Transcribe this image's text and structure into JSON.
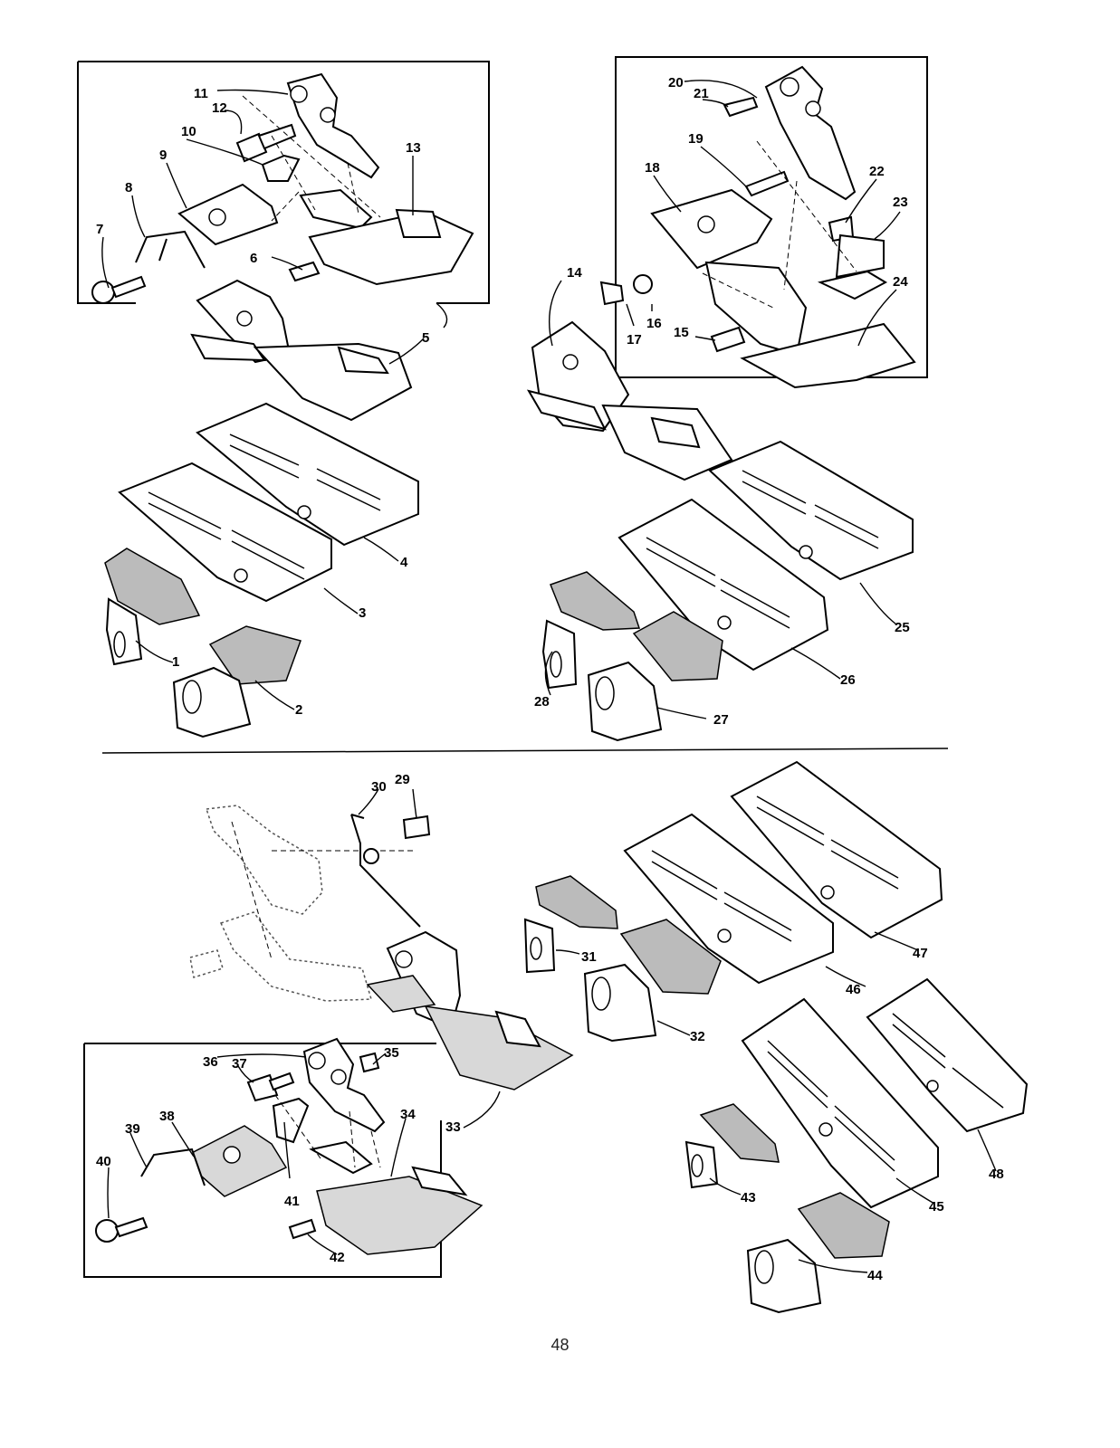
{
  "page": {
    "number": "48"
  },
  "callouts": {
    "c1": "1",
    "c2": "2",
    "c3": "3",
    "c4": "4",
    "c5": "5",
    "c6": "6",
    "c7": "7",
    "c8": "8",
    "c9": "9",
    "c10": "10",
    "c11": "11",
    "c12": "12",
    "c13": "13",
    "c14": "14",
    "c15": "15",
    "c16": "16",
    "c17": "17",
    "c18": "18",
    "c19": "19",
    "c20": "20",
    "c21": "21",
    "c22": "22",
    "c23": "23",
    "c24": "24",
    "c25": "25",
    "c26": "26",
    "c27": "27",
    "c28": "28",
    "c29": "29",
    "c30": "30",
    "c31": "31",
    "c32": "32",
    "c33": "33",
    "c34": "34",
    "c35": "35",
    "c36": "36",
    "c37": "37",
    "c38": "38",
    "c39": "39",
    "c40": "40",
    "c41": "41",
    "c42": "42",
    "c43": "43",
    "c44": "44",
    "c45": "45",
    "c46": "46",
    "c47": "47",
    "c48": "48"
  }
}
